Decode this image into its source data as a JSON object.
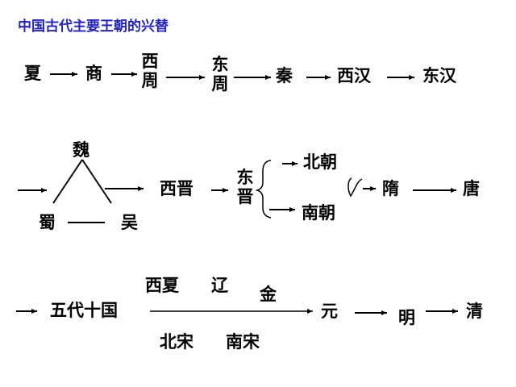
{
  "title": "中国古代主要王朝的兴替",
  "row1": {
    "xia": "夏",
    "shang": "商",
    "xizhou": "西周",
    "dongzhou": "东周",
    "qin": "秦",
    "xihan": "西汉",
    "donghan": "东汉"
  },
  "row2": {
    "wei": "魏",
    "shu": "蜀",
    "wu": "吴",
    "xijin": "西晋",
    "dongjin": "东晋",
    "beichao": "北朝",
    "nanchao": "南朝",
    "sui": "隋",
    "tang": "唐"
  },
  "row3": {
    "wudai": "五代十国",
    "xixia": "西夏",
    "liao": "辽",
    "jin": "金",
    "beisong": "北宋",
    "nansong": "南宋",
    "yuan": "元",
    "ming": "明",
    "qing": "清"
  }
}
